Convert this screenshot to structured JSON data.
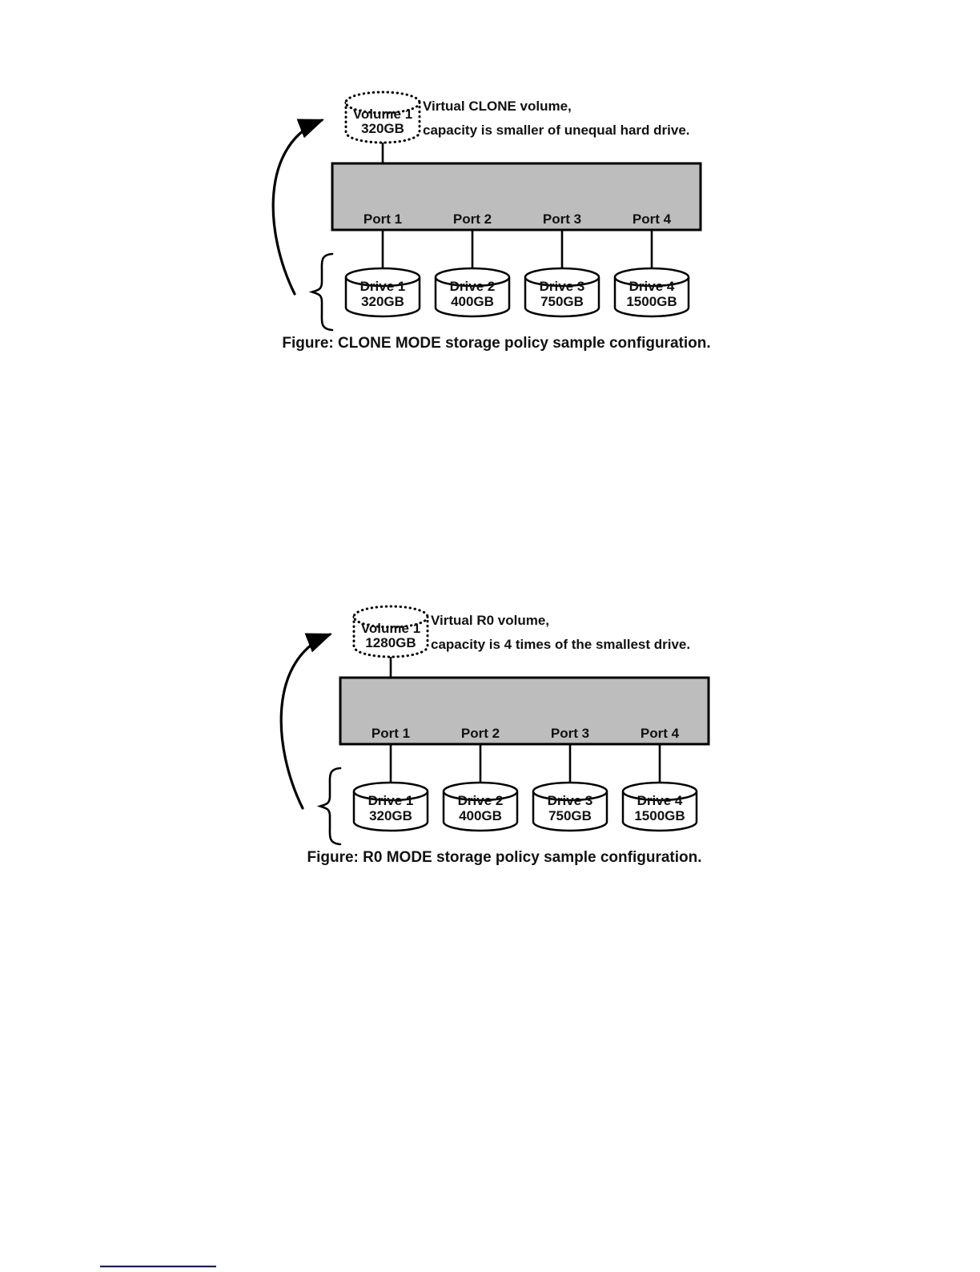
{
  "colors": {
    "controller_box_fill": "#bdbdbd",
    "diagram_line": "#000000",
    "footnote_rule": "#1b1b78"
  },
  "figures": [
    {
      "volume": {
        "name": "Volume 1",
        "capacity": "320GB"
      },
      "annotation": {
        "line1": "Virtual CLONE volume,",
        "line2": "capacity is smaller of unequal hard drive."
      },
      "ports": [
        {
          "label": "Port 1"
        },
        {
          "label": "Port 2"
        },
        {
          "label": "Port 3"
        },
        {
          "label": "Port 4"
        }
      ],
      "drives": [
        {
          "name": "Drive 1",
          "capacity": "320GB"
        },
        {
          "name": "Drive 2",
          "capacity": "400GB"
        },
        {
          "name": "Drive 3",
          "capacity": "750GB"
        },
        {
          "name": "Drive 4",
          "capacity": "1500GB"
        }
      ],
      "caption": {
        "prefix": "Figure:",
        "mode": "CLONE MODE",
        "text": "storage policy sample configuration."
      }
    },
    {
      "volume": {
        "name": "Volume 1",
        "capacity": "1280GB"
      },
      "annotation": {
        "line1": "Virtual R0 volume,",
        "line2": "capacity is 4 times of the smallest drive."
      },
      "ports": [
        {
          "label": "Port 1"
        },
        {
          "label": "Port 2"
        },
        {
          "label": "Port 3"
        },
        {
          "label": "Port 4"
        }
      ],
      "drives": [
        {
          "name": "Drive 1",
          "capacity": "320GB"
        },
        {
          "name": "Drive 2",
          "capacity": "400GB"
        },
        {
          "name": "Drive 3",
          "capacity": "750GB"
        },
        {
          "name": "Drive 4",
          "capacity": "1500GB"
        }
      ],
      "caption": {
        "prefix": "Figure:",
        "mode": "R0 MODE",
        "text": "storage policy sample configuration."
      }
    }
  ]
}
